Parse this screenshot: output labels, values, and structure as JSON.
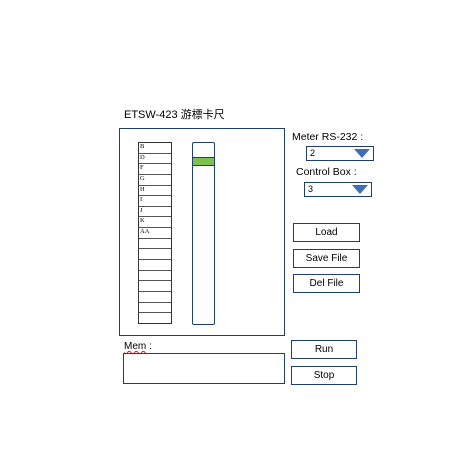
{
  "app": {
    "title": "ETSW-423 游標卡尺"
  },
  "label_table": {
    "rows": [
      "B",
      "D",
      "F",
      "G",
      "H",
      "I",
      "J",
      "K",
      "AA",
      "",
      "",
      "",
      "",
      "",
      "",
      "",
      ""
    ]
  },
  "meter": {
    "label": "Meter RS-232 :",
    "value": "2"
  },
  "control_box": {
    "label": "Control Box :",
    "value": "3"
  },
  "buttons": {
    "load": "Load",
    "save_file": "Save  File",
    "del_file": "Del  File",
    "run": "Run",
    "stop": "Stop"
  },
  "mem": {
    "label_word": "Mem",
    "label_suffix": " :",
    "value": ""
  },
  "colors": {
    "border": "#1f3f6e",
    "thumb": "#7cc04f",
    "arrow": "#3c6fb5"
  },
  "icons": {
    "dropdown": "triangle-down"
  }
}
